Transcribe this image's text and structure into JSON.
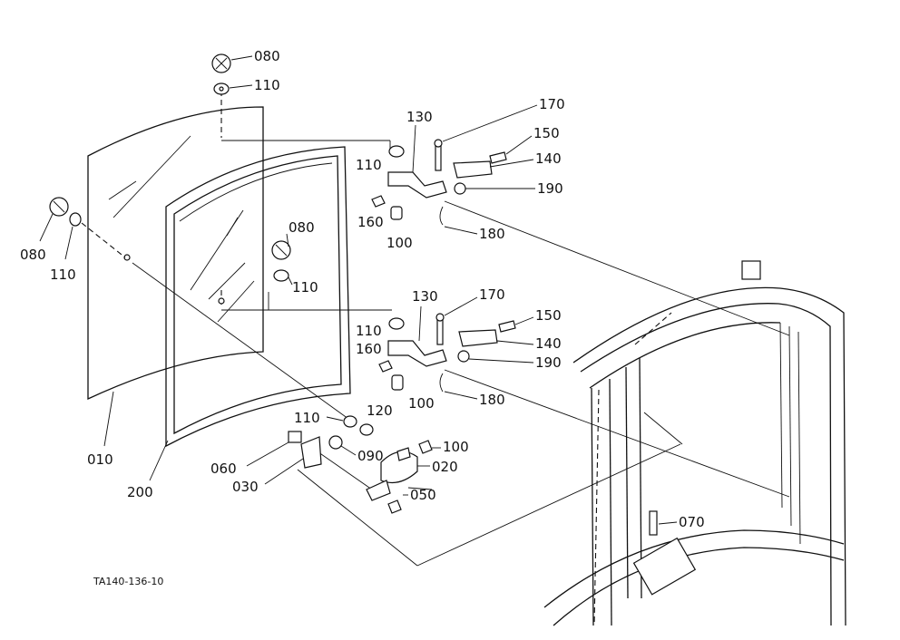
{
  "drawing_code": "TA140-136-10",
  "labels": {
    "l080_top": "080",
    "l110_top": "110",
    "l080_left": "080",
    "l110_left": "110",
    "l010": "010",
    "l200": "200",
    "l080_mid": "080",
    "l110_mid": "110",
    "l130_upper": "130",
    "l170_upper": "170",
    "l150_upper": "150",
    "l140_upper": "140",
    "l110_upper_hinge": "110",
    "l190_upper": "190",
    "l160_upper": "160",
    "l100_upper": "100",
    "l180_upper": "180",
    "l130_lower": "130",
    "l170_lower": "170",
    "l150_lower": "150",
    "l140_lower": "140",
    "l110_lower_hinge": "110",
    "l160_lower": "160",
    "l190_lower": "190",
    "l100_lower": "100",
    "l180_lower": "180",
    "l110_bottom": "110",
    "l120": "120",
    "l100_bottom": "100",
    "l060": "060",
    "l090": "090",
    "l020": "020",
    "l030": "030",
    "l050": "050",
    "l070": "070"
  }
}
